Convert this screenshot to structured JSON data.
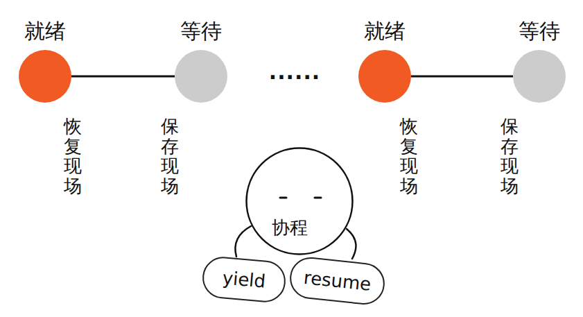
{
  "diagram": {
    "nodes": [
      {
        "text": [
          "就绪"
        ]
      },
      {
        "text": [
          "等待"
        ]
      },
      {
        "text": [
          "就绪"
        ]
      },
      {
        "text": [
          "等待"
        ]
      },
      {
        "text": [
          "协程"
        ]
      },
      {
        "text": [
          "yield"
        ]
      },
      {
        "text": [
          "resume"
        ]
      }
    ],
    "edges": [
      {
        "from": 0,
        "to": 1,
        "arrow": "none"
      },
      {
        "from": 2,
        "to": 3,
        "arrow": "none"
      }
    ],
    "labels": [
      "恢复现场",
      "保存现场",
      "......",
      "恢复现场",
      "保存现场"
    ]
  }
}
